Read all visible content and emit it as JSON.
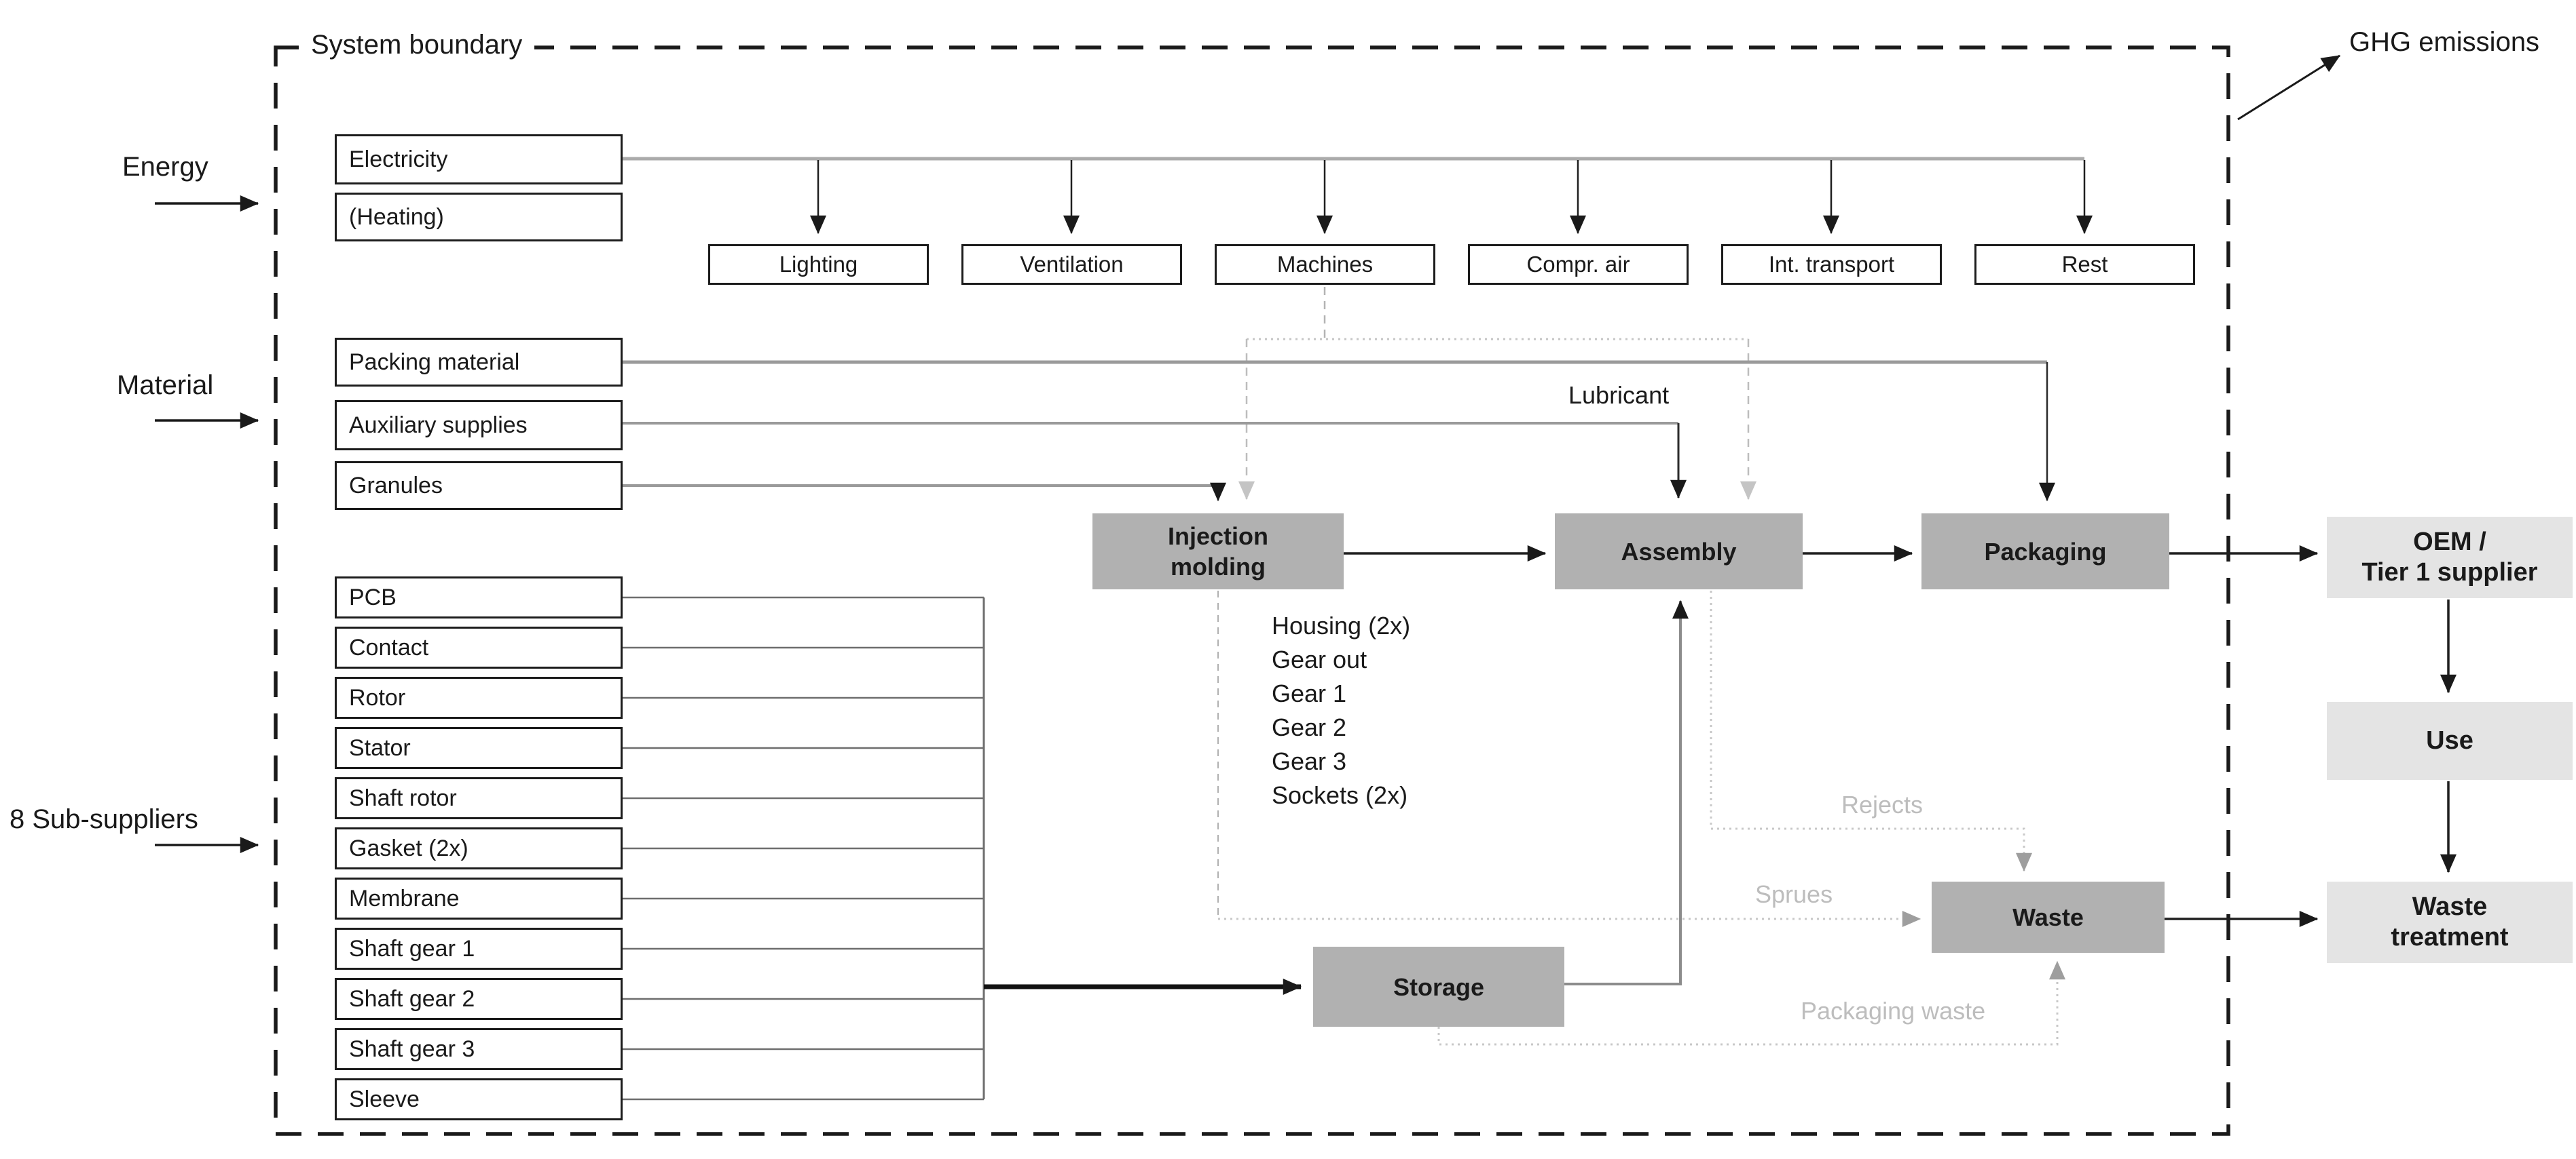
{
  "boundary": {
    "label": "System boundary"
  },
  "ghg": {
    "label": "GHG emissions"
  },
  "inputs": {
    "energy": {
      "label": "Energy",
      "items": [
        "Electricity",
        "(Heating)"
      ]
    },
    "material": {
      "label": "Material",
      "items": [
        "Packing material",
        "Auxiliary supplies",
        "Granules"
      ]
    },
    "sub_suppliers": {
      "label": "8 Sub-suppliers",
      "items": [
        "PCB",
        "Contact",
        "Rotor",
        "Stator",
        "Shaft rotor",
        "Gasket (2x)",
        "Membrane",
        "Shaft gear 1",
        "Shaft gear 2",
        "Shaft gear 3",
        "Sleeve"
      ]
    }
  },
  "energy_consumers": [
    "Lighting",
    "Ventilation",
    "Machines",
    "Compr. air",
    "Int. transport",
    "Rest"
  ],
  "processes": {
    "injection_molding": "Injection\nmolding",
    "assembly": "Assembly",
    "packaging": "Packaging",
    "storage": "Storage",
    "waste": "Waste"
  },
  "external": {
    "oem": "OEM /\nTier 1 supplier",
    "use": "Use",
    "waste_treatment": "Waste\ntreatment"
  },
  "injection_molding_parts": [
    "Housing (2x)",
    "Gear out",
    "Gear 1",
    "Gear 2",
    "Gear 3",
    "Sockets (2x)"
  ],
  "flow_labels": {
    "lubricant": "Lubricant",
    "rejects": "Rejects",
    "sprues": "Sprues",
    "packaging_waste": "Packaging waste"
  },
  "colors": {
    "process_fill": "#b1b1b1",
    "external_fill": "#e4e4e4",
    "line_gray": "#9a9a9a",
    "line_light": "#c8c8c8",
    "gray_label": "#bdbdbd",
    "ink": "#1a1a1a"
  }
}
